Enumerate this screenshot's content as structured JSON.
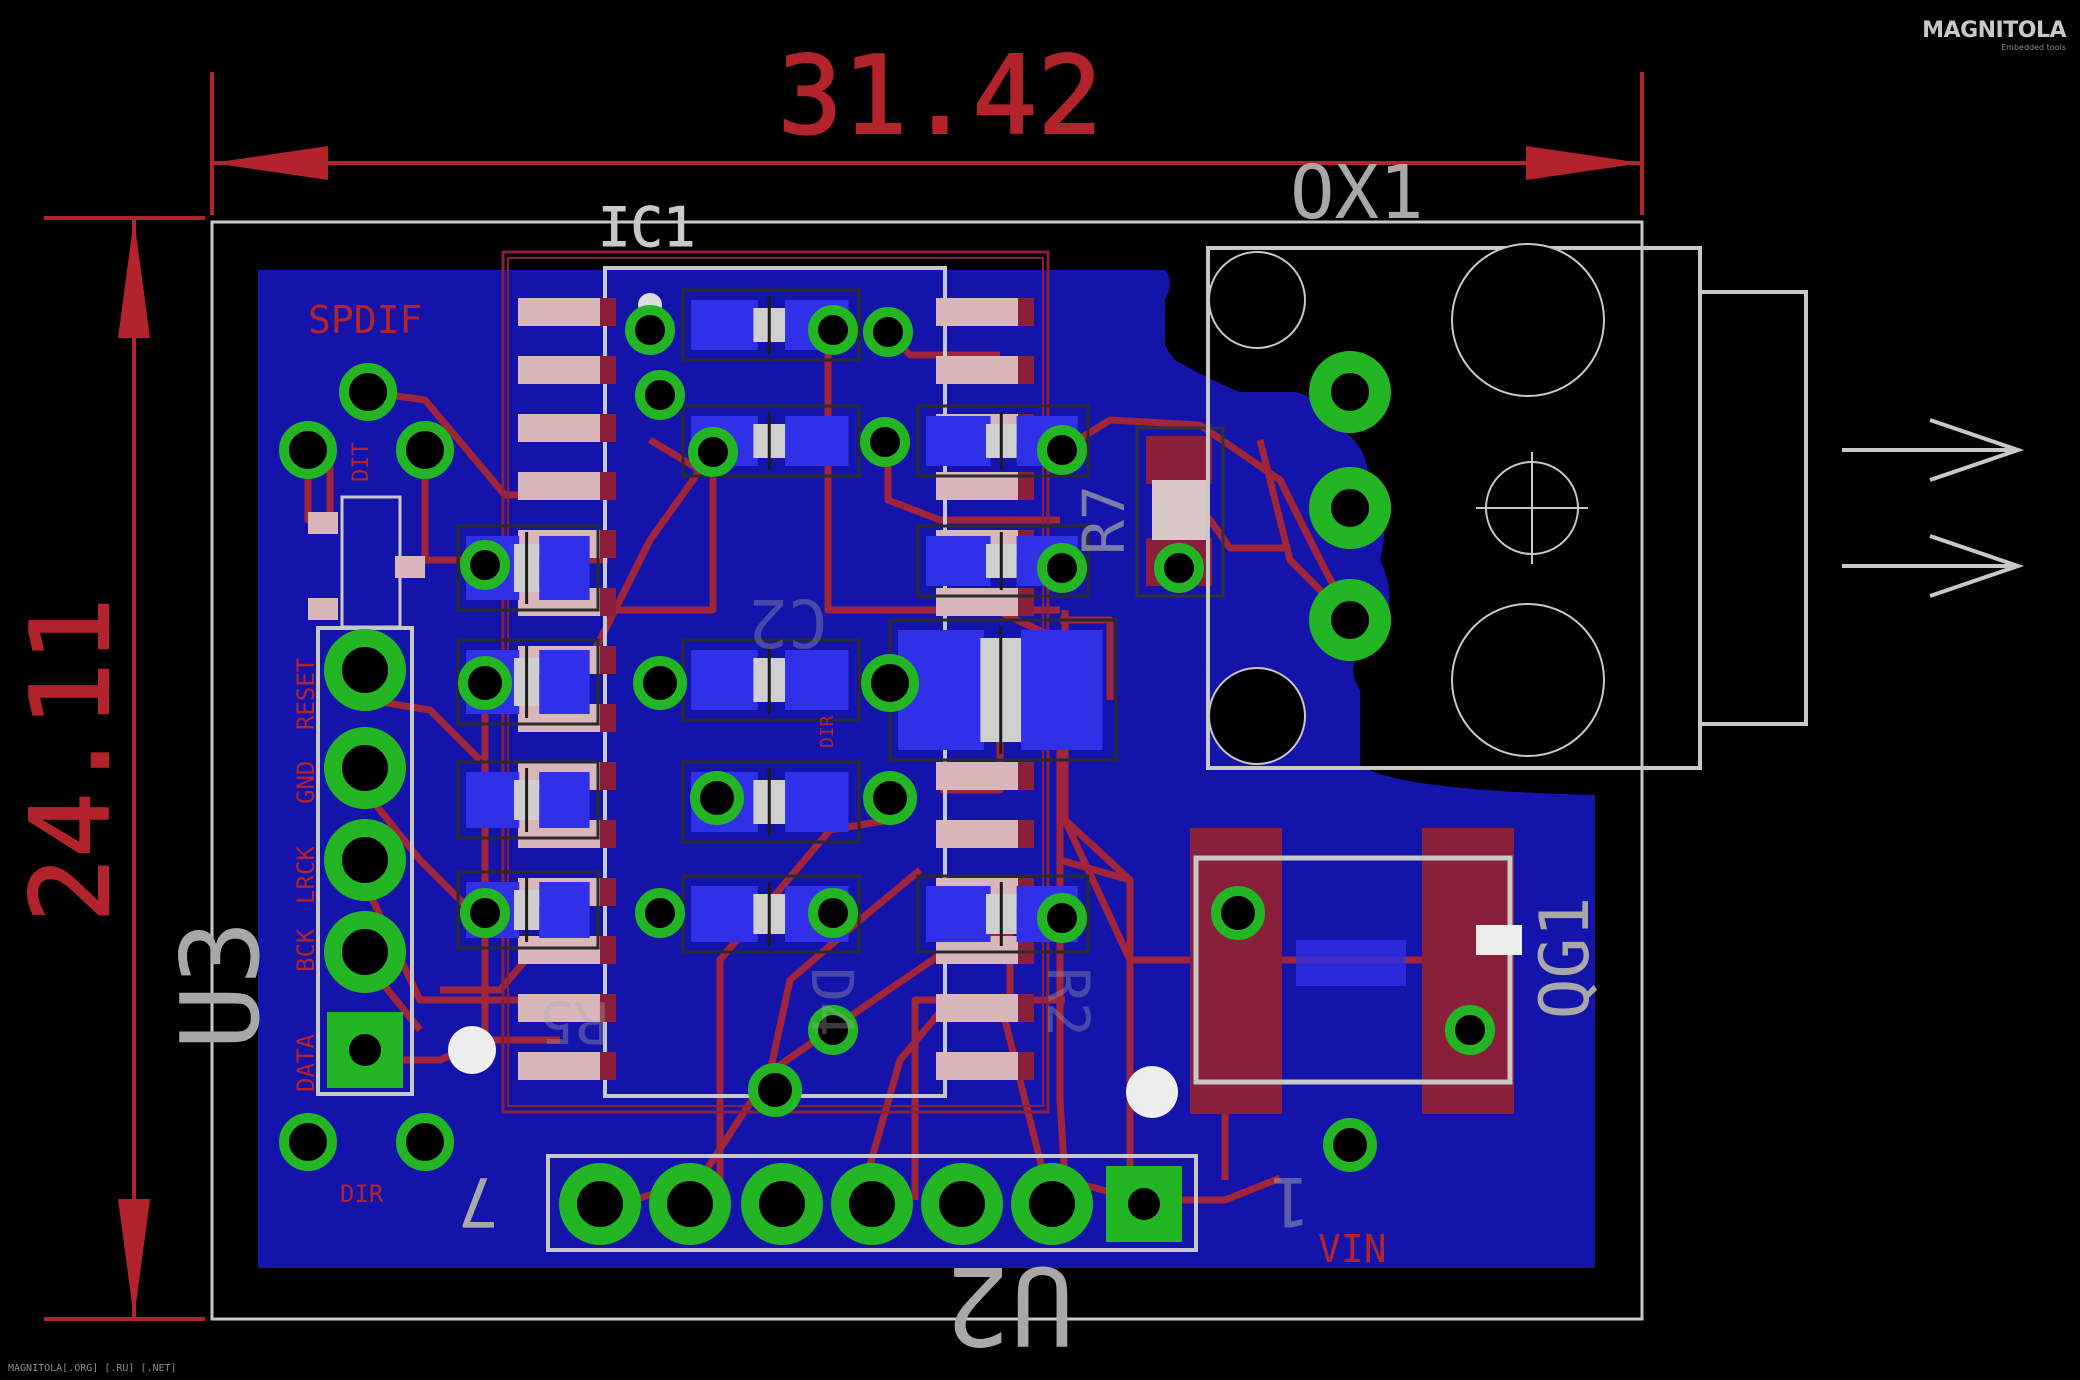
{
  "colors": {
    "background": "#000000",
    "copper": "#1414aa",
    "copper_dark": "#0c0c7a",
    "pad_blue": "#3030e8",
    "trace": "#a0243a",
    "smd_pad": "#8a1f3c",
    "smd_pad_light": "#d9b6ba",
    "ring": "#23b523",
    "dimension": "#b3232b",
    "silk": "#c8c8c8",
    "smd_fill": "#d9c6c6"
  },
  "dimensions": {
    "width_label": "31.42",
    "height_label": "24.11"
  },
  "labels": {
    "ic1": "IC1",
    "ox1": "OX1",
    "u3": "U3",
    "u2": "U2",
    "qg1": "QG1",
    "spdif": "SPDIF",
    "dit": "DIT",
    "dir": "DIR",
    "vin": "VIN",
    "c2": "C2",
    "r7": "R7",
    "d4": "D4",
    "r2": "R2",
    "r5": "R5",
    "num_7": "7",
    "num_1": "1",
    "pin_labels": [
      "RESET",
      "GND",
      "LRCK",
      "BCK",
      "DATA"
    ]
  },
  "watermark": {
    "title": "MAGNITOLA",
    "sub": "Embedded tools"
  },
  "footer": "MAGNITOLA[.ORG] [.RU] [.NET]"
}
